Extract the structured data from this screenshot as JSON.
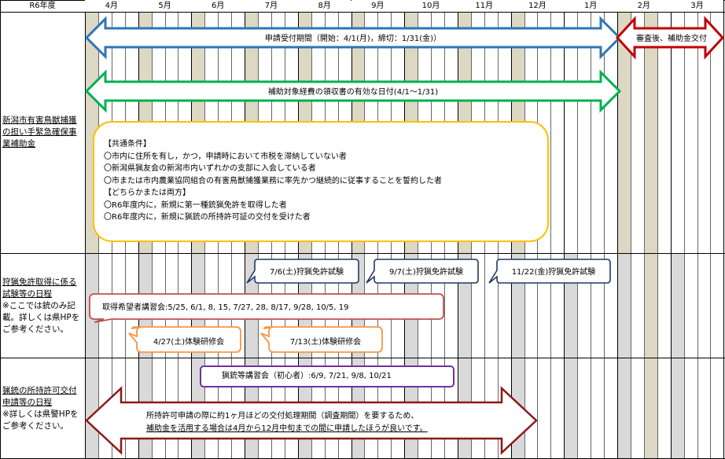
{
  "header": {
    "year_label": "R6年度",
    "months": [
      "4月",
      "5月",
      "6月",
      "7月",
      "8月",
      "9月",
      "10月",
      "11月",
      "12月",
      "1月",
      "2月",
      "3月"
    ]
  },
  "rows": {
    "subsidy": {
      "label": "新潟市有害鳥獣捕獲の担い手緊急確保事業補助金"
    },
    "exam": {
      "label": "狩猟免許取得に係る試験等の日程",
      "note": "※ここでは銃のみ記載。詳しくは県HPをご参考ください。"
    },
    "permit": {
      "label": "猟銃の所持許可交付申請等の日程",
      "note": "※詳しくは県警HPをご参考ください。"
    }
  },
  "arrows": {
    "application_period": "申請受付期間（開始：4/1(月)，締切：1/31(金)）",
    "review": "審査後、補助金交付",
    "receipt_period": "補助対象経費の領収書の有効な日付(4/1～1/31)",
    "permit_processing_line1": "所持許可申請の際に約1ヶ月ほどの交付処理期間（調査期間）を要するため、",
    "permit_processing_line2": "補助金を活用する場合は4月から12月中旬までの間に申請したほうが良いです。"
  },
  "conditions": {
    "common_heading": "【共通条件】",
    "common_1": "〇市内に住所を有し，かつ，申請時において市税を滞納していない者",
    "common_2": "〇新潟県猟友会の新潟市内いずれかの支部に入会している者",
    "common_3": "〇市または市内農業協同組合の有害鳥獣捕獲業務に率先かつ継続的に従事することを誓約した者",
    "either_heading": "【どちらかまたは両方】",
    "either_1": "〇R6年度内に，新規に第一種銃猟免許を取得した者",
    "either_2": "〇R6年度内に，新規に猟銃の所持許可証の交付を受けた者"
  },
  "exams": {
    "exam_1": "7/6(土)狩猟免許試験",
    "exam_2": "9/7(土)狩猟免許試験",
    "exam_3": "11/22(金)狩猟免許試験",
    "lectures": "取得希望者講習会:5/25, 6/1, 8, 15, 7/27, 28, 8/17, 9/28, 10/5, 19",
    "training_1": "4/27(土)体験研修会",
    "training_2": "7/13(土)体験研修会"
  },
  "permit": {
    "course": "猟銃等講習会（初心者）:6/9, 7/21, 9/8, 10/21"
  },
  "colors": {
    "shade": "#ddd8c4",
    "gray": "#d9d9d9",
    "blue": "#2e75b6",
    "green": "#00b050",
    "red": "#c00000",
    "gold": "#ffc000",
    "navy": "#1f3864",
    "orange": "#f4a460",
    "purple": "#7030a0",
    "darkred": "#8b1a1a"
  }
}
